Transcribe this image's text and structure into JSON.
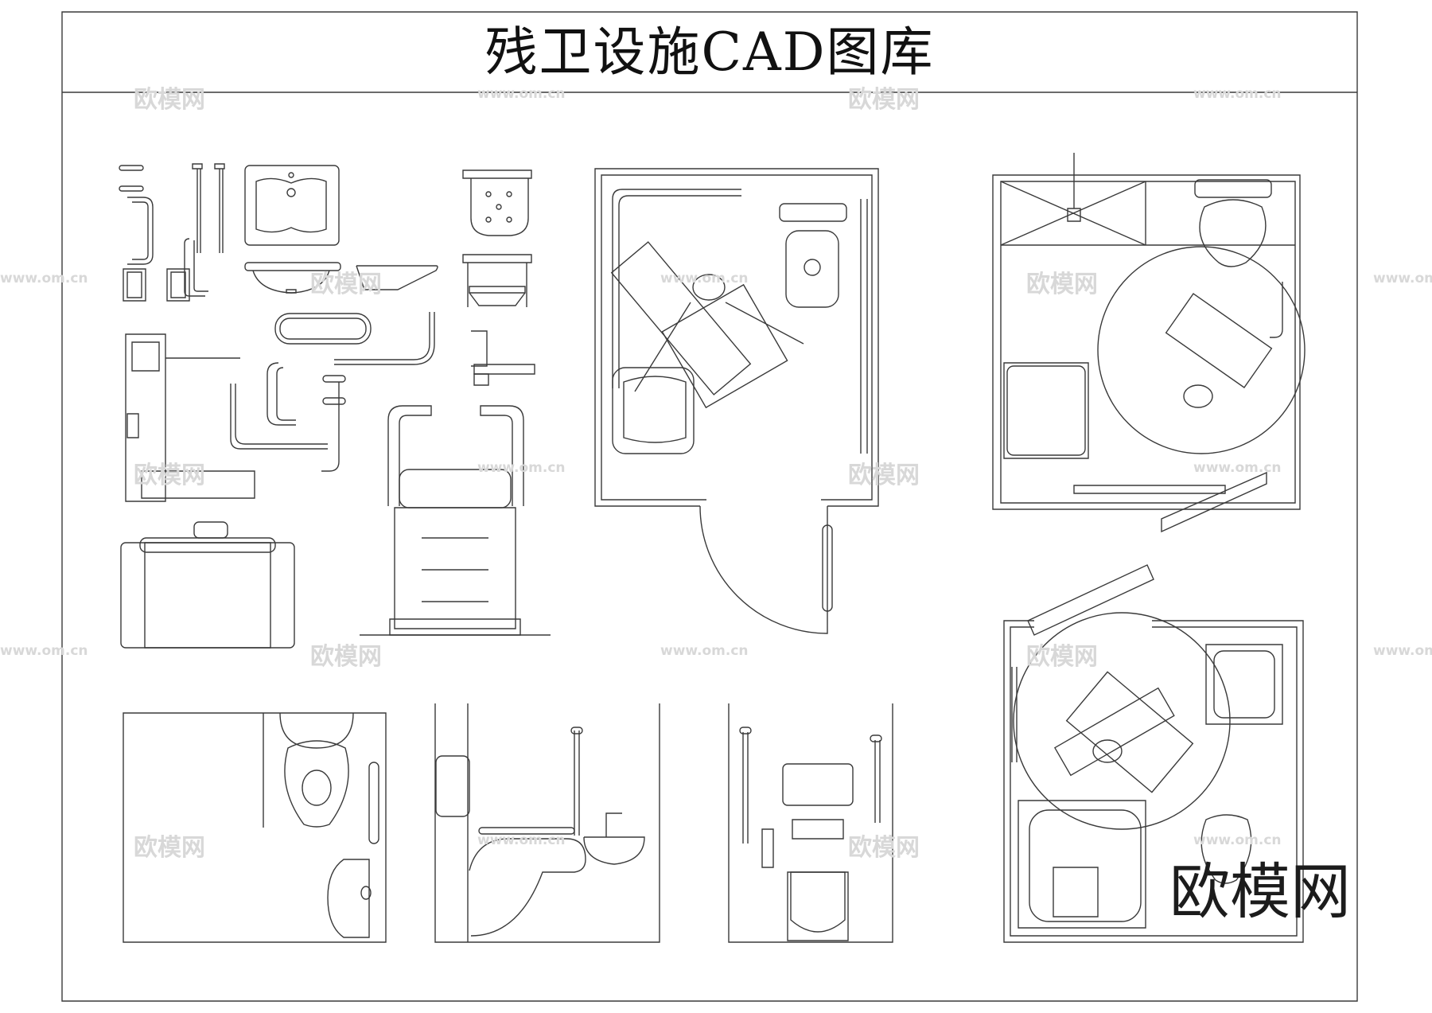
{
  "title": "残卫设施CAD图库",
  "brand_mark": "欧模网",
  "watermark": {
    "brand": "欧模网",
    "url": "www.om.cn"
  },
  "colors": {
    "line": "#3a3a3a",
    "paper": "#ffffff",
    "watermark": "#d8d8d8"
  }
}
